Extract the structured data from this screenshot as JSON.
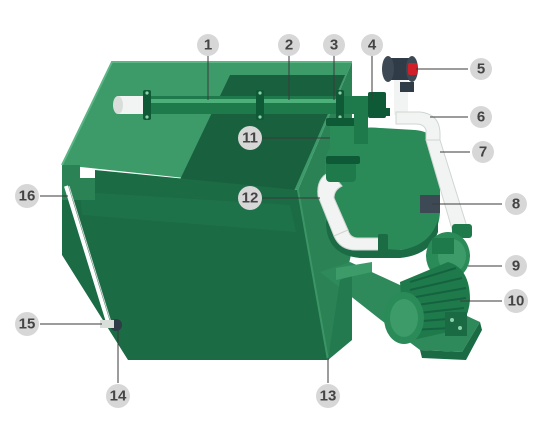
{
  "colors": {
    "tank_front": "#1b6b45",
    "tank_top": "#3d9b6a",
    "tank_side": "#2b8255",
    "pipe_dark": "#0f5a36",
    "pipe_light": "#41a46f",
    "white_pipe": "#f2f4f3",
    "valve_red": "#d11f2a",
    "callout_bg": "#d7d7d7",
    "callout_text": "#444444"
  },
  "callouts": [
    {
      "id": "1",
      "label": "1",
      "icon": "numbered-circle"
    },
    {
      "id": "2",
      "label": "2",
      "icon": "numbered-circle"
    },
    {
      "id": "3",
      "label": "3",
      "icon": "numbered-circle"
    },
    {
      "id": "4",
      "label": "4",
      "icon": "numbered-circle"
    },
    {
      "id": "5",
      "label": "5",
      "icon": "numbered-circle"
    },
    {
      "id": "6",
      "label": "6",
      "icon": "numbered-circle"
    },
    {
      "id": "7",
      "label": "7",
      "icon": "numbered-circle"
    },
    {
      "id": "8",
      "label": "8",
      "icon": "numbered-circle"
    },
    {
      "id": "9",
      "label": "9",
      "icon": "numbered-circle"
    },
    {
      "id": "10",
      "label": "10",
      "icon": "numbered-circle"
    },
    {
      "id": "11",
      "label": "11",
      "icon": "numbered-circle"
    },
    {
      "id": "12",
      "label": "12",
      "icon": "numbered-circle"
    },
    {
      "id": "13",
      "label": "13",
      "icon": "numbered-circle"
    },
    {
      "id": "14",
      "label": "14",
      "icon": "numbered-circle"
    },
    {
      "id": "15",
      "label": "15",
      "icon": "numbered-circle"
    },
    {
      "id": "16",
      "label": "16",
      "icon": "numbered-circle"
    }
  ]
}
